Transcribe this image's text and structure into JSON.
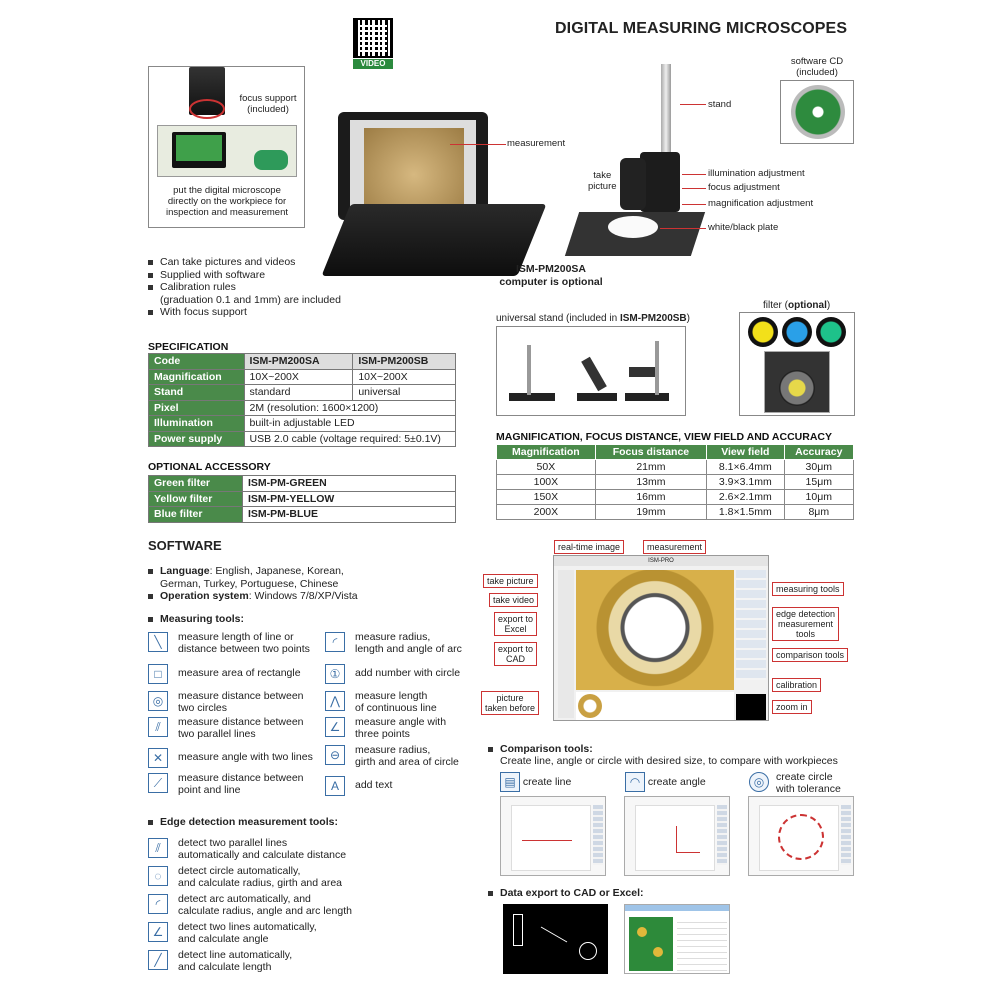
{
  "title": "DIGITAL MEASURING MICROSCOPES",
  "qr_tag": "VIDEO",
  "top_left": {
    "focus_support": "focus support",
    "included": "(included)",
    "caption": [
      "put the digital microscope",
      "directly on the workpiece for",
      "inspection and measurement"
    ]
  },
  "laptop_callouts": {
    "measurement": "measurement",
    "stand": "stand",
    "take_picture": [
      "take",
      "picture"
    ],
    "illumination": "illumination adjustment",
    "focus": "focus adjustment",
    "magnification": "magnification adjustment",
    "plate": "white/black plate"
  },
  "software_cd": [
    "software CD",
    "(included)"
  ],
  "model_caption": [
    "ISM-PM200SA",
    "computer is optional"
  ],
  "features": [
    "Can take pictures and videos",
    "Supplied with software",
    "Calibration rules",
    "(graduation 0.1 and 1mm) are included",
    "With focus support"
  ],
  "universal_stand": {
    "prefix": "universal stand (included in ",
    "model": "ISM-PM200SB",
    "suffix": ")"
  },
  "filter": {
    "prefix": "filter (",
    "word": "optional",
    "suffix": ")"
  },
  "specification": {
    "heading": "SPECIFICATION",
    "header": [
      "Code",
      "ISM-PM200SA",
      "ISM-PM200SB"
    ],
    "rows": [
      [
        "Magnification",
        "10X~200X",
        "10X~200X"
      ],
      [
        "Stand",
        "standard",
        "universal"
      ]
    ],
    "merged": [
      [
        "Pixel",
        "2M (resolution: 1600×1200)"
      ],
      [
        "Illumination",
        "built-in adjustable LED"
      ],
      [
        "Power supply",
        "USB 2.0 cable (voltage required: 5±0.1V)"
      ]
    ]
  },
  "optional_accessory": {
    "heading": "OPTIONAL ACCESSORY",
    "rows": [
      [
        "Green filter",
        "ISM-PM-GREEN"
      ],
      [
        "Yellow filter",
        "ISM-PM-YELLOW"
      ],
      [
        "Blue filter",
        "ISM-PM-BLUE"
      ]
    ]
  },
  "mag_table": {
    "heading": "MAGNIFICATION, FOCUS DISTANCE, VIEW FIELD AND ACCURACY",
    "header": [
      "Magnification",
      "Focus distance",
      "View field",
      "Accuracy"
    ],
    "rows": [
      [
        "50X",
        "21mm",
        "8.1×6.4mm",
        "30μm"
      ],
      [
        "100X",
        "13mm",
        "3.9×3.1mm",
        "15μm"
      ],
      [
        "150X",
        "16mm",
        "2.6×2.1mm",
        "10μm"
      ],
      [
        "200X",
        "19mm",
        "1.8×1.5mm",
        "8μm"
      ]
    ]
  },
  "software": {
    "heading": "SOFTWARE",
    "language_label": "Language",
    "language_value": ": English, Japanese, Korean,",
    "language_value2": "German, Turkey, Portuguese, Chinese",
    "os_label": "Operation system",
    "os_value": ": Windows 7/8/XP/Vista",
    "tools_label": "Measuring tools:",
    "tools": [
      [
        "measure length of line or",
        "distance between two points"
      ],
      [
        "measure radius,",
        "length and angle of arc"
      ],
      [
        "measure area of rectangle",
        ""
      ],
      [
        "add number with circle",
        ""
      ],
      [
        "measure distance between",
        "two circles"
      ],
      [
        "measure length",
        "of continuous line"
      ],
      [
        "measure distance between",
        "two parallel lines"
      ],
      [
        "measure angle with",
        "three points"
      ],
      [
        "measure angle with two lines",
        ""
      ],
      [
        "measure radius,",
        "girth and area of circle"
      ],
      [
        "measure distance between",
        "point and line"
      ],
      [
        "add text",
        ""
      ]
    ],
    "edge_label": "Edge detection measurement tools:",
    "edge_tools": [
      [
        "detect two parallel lines",
        "automatically and calculate distance"
      ],
      [
        "detect circle automatically,",
        "and calculate radius, girth and area"
      ],
      [
        "detect arc automatically, and",
        "calculate radius, angle and arc length"
      ],
      [
        "detect two lines automatically,",
        "and calculate angle"
      ],
      [
        "detect line automatically,",
        "and calculate length"
      ]
    ]
  },
  "screenshot_labels": {
    "realtime": "real-time image",
    "measurement": "measurement",
    "take_picture": "take picture",
    "take_video": "take video",
    "export_excel": [
      "export to",
      "Excel"
    ],
    "export_cad": [
      "export to",
      "CAD"
    ],
    "picture_before": [
      "picture",
      "taken before"
    ],
    "measuring_tools": "measuring tools",
    "edge": [
      "edge detection",
      "measurement",
      "tools"
    ],
    "comparison": "comparison tools",
    "calibration": "calibration",
    "zoom": "zoom in",
    "app_title": "ISM-PRO"
  },
  "comparison": {
    "heading": "Comparison tools:",
    "desc": "Create line, angle or circle with desired size, to compare with workpieces",
    "items": [
      "create line",
      "create angle",
      "create circle",
      "with tolerance"
    ]
  },
  "data_export": {
    "heading": "Data export to CAD or Excel:"
  },
  "colors": {
    "accent": "#4a8a4a",
    "callout": "#cc3333",
    "icon": "#3a6ea5"
  }
}
